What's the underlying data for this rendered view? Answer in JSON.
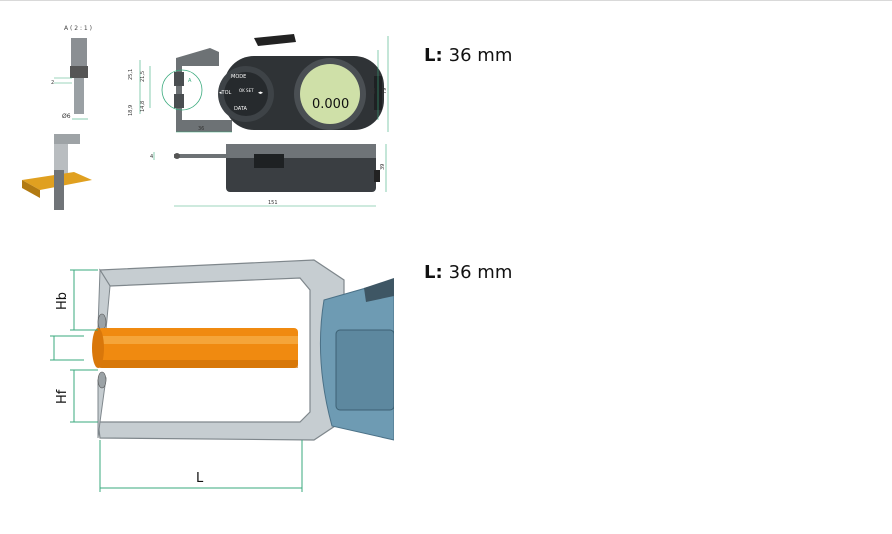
{
  "drawing": {
    "scale_label": "A ( 2 : 1 )",
    "detail_label": "A",
    "dims": {
      "d1": "2",
      "d2": "Ø6",
      "h1": "25,1",
      "h2": "21,5",
      "h3": "18,9",
      "h4": "14,8",
      "w1": "36",
      "h5": "65",
      "h6": "79",
      "t1": "4",
      "h7": "39",
      "len": "151"
    },
    "gauge": {
      "btn_mode": "MODE",
      "btn_tol": "◂TOL",
      "btn_ok": "OK SET",
      "btn_data": "DATA",
      "btn_arrows": "◂▸",
      "reading": "0.000"
    }
  },
  "diagram": {
    "label_hb": "Hb",
    "label_hf": "Hf",
    "label_l": "L"
  },
  "specs": [
    {
      "label": "L:",
      "value": "36 mm"
    },
    {
      "label": "L:",
      "value": "36 mm"
    }
  ],
  "colors": {
    "frame": "#c5ccd0",
    "gauge_body": "#6e9bb3",
    "rod": "#f08a10",
    "dim_line": "#3aaa7d"
  }
}
